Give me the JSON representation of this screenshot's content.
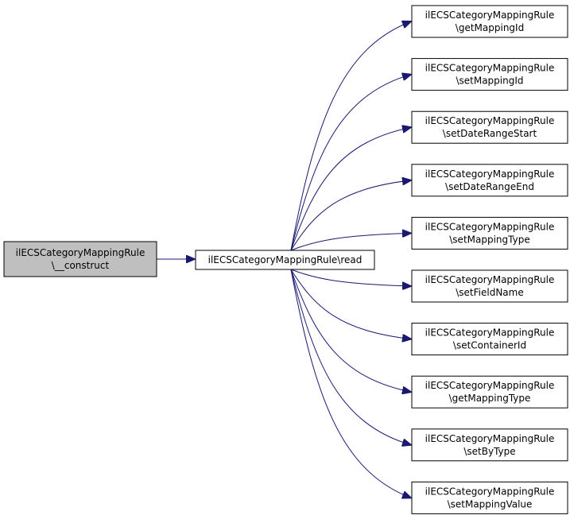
{
  "colors": {
    "edge": "#191970",
    "node_border": "#000000",
    "node_fill": "#ffffff",
    "root_fill": "#bfbfbf"
  },
  "nodes": [
    {
      "id": "construct",
      "lines": [
        "ilECSCategoryMappingRule",
        "\\__construct"
      ],
      "highlighted": true
    },
    {
      "id": "read",
      "lines": [
        "ilECSCategoryMappingRule\\read"
      ],
      "highlighted": false
    },
    {
      "id": "getMappingId",
      "lines": [
        "ilECSCategoryMappingRule",
        "\\getMappingId"
      ],
      "highlighted": false
    },
    {
      "id": "setMappingId",
      "lines": [
        "ilECSCategoryMappingRule",
        "\\setMappingId"
      ],
      "highlighted": false
    },
    {
      "id": "setDateRangeStart",
      "lines": [
        "ilECSCategoryMappingRule",
        "\\setDateRangeStart"
      ],
      "highlighted": false
    },
    {
      "id": "setDateRangeEnd",
      "lines": [
        "ilECSCategoryMappingRule",
        "\\setDateRangeEnd"
      ],
      "highlighted": false
    },
    {
      "id": "setMappingType",
      "lines": [
        "ilECSCategoryMappingRule",
        "\\setMappingType"
      ],
      "highlighted": false
    },
    {
      "id": "setFieldName",
      "lines": [
        "ilECSCategoryMappingRule",
        "\\setFieldName"
      ],
      "highlighted": false
    },
    {
      "id": "setContainerId",
      "lines": [
        "ilECSCategoryMappingRule",
        "\\setContainerId"
      ],
      "highlighted": false
    },
    {
      "id": "getMappingType",
      "lines": [
        "ilECSCategoryMappingRule",
        "\\getMappingType"
      ],
      "highlighted": false
    },
    {
      "id": "setByType",
      "lines": [
        "ilECSCategoryMappingRule",
        "\\setByType"
      ],
      "highlighted": false
    },
    {
      "id": "setMappingValue",
      "lines": [
        "ilECSCategoryMappingRule",
        "\\setMappingValue"
      ],
      "highlighted": false
    }
  ],
  "edges": [
    {
      "from": "construct",
      "to": "read"
    },
    {
      "from": "read",
      "to": "getMappingId"
    },
    {
      "from": "read",
      "to": "setMappingId"
    },
    {
      "from": "read",
      "to": "setDateRangeStart"
    },
    {
      "from": "read",
      "to": "setDateRangeEnd"
    },
    {
      "from": "read",
      "to": "setMappingType"
    },
    {
      "from": "read",
      "to": "setFieldName"
    },
    {
      "from": "read",
      "to": "setContainerId"
    },
    {
      "from": "read",
      "to": "getMappingType"
    },
    {
      "from": "read",
      "to": "setByType"
    },
    {
      "from": "read",
      "to": "setMappingValue"
    }
  ]
}
